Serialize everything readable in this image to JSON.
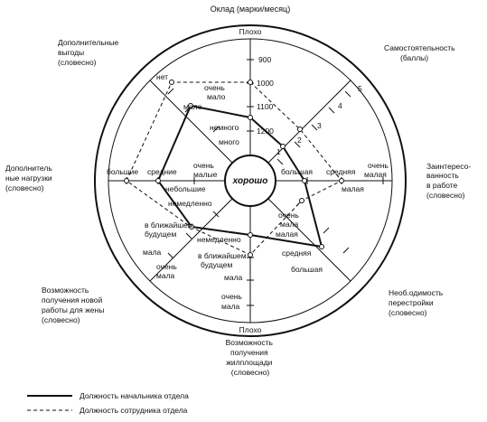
{
  "axes": {
    "salary": "Оклад (марки/месяц)",
    "independence": [
      "Самостоятельность",
      "(баллы)"
    ],
    "interest": [
      "Заинтересо-",
      "ванность",
      "в работе",
      "(словесно)"
    ],
    "restructuring": [
      "Необ.одимость",
      "перестройки",
      "(словесно)"
    ],
    "housing": [
      "Возможность",
      "получения",
      "жилплощади",
      "(словесно)"
    ],
    "wife_job": [
      "Возможность",
      "получения новой",
      "работы для жены",
      "(словесно)"
    ],
    "extra_load": [
      "Дополнитель",
      "ные нагрузки",
      "(словесно)"
    ],
    "extra_benefits": [
      "Дополнительные",
      "выгоды",
      "(словесно)"
    ]
  },
  "ring": {
    "bad_top": "Плохо",
    "bad_bottom": "Плохо",
    "good": "хорошо"
  },
  "salary_ticks": [
    "900",
    "1000",
    "1100",
    "1200"
  ],
  "independence_ticks": [
    "1",
    "2",
    "3",
    "4",
    "5"
  ],
  "labels": {
    "net": "нет",
    "ochen_malo_1": "очень",
    "ochen_malo_2": "мало",
    "malo": "мало",
    "nemnogo": "немного",
    "mnogo": "много",
    "bolshie": "большие",
    "srednie": "средние",
    "ochen_malye_1": "очень",
    "ochen_malye_2": "малые",
    "nebolshie": "небольшие",
    "nemedlenno_1": "немедленно",
    "blizh_1a": "в ближайшем",
    "blizh_1b": "будущем",
    "mala_1": "мала",
    "ochen_mala_1a": "очень",
    "ochen_mala_1b": "мала",
    "nemedlenno_2": "немедленно",
    "blizh_2a": "в ближайшем",
    "blizh_2b": "будущем",
    "mala_2": "мала",
    "ochen_mala_2a": "очень",
    "ochen_mala_2b": "мала",
    "ochen_mala_3a": "очень",
    "ochen_mala_3b": "мала",
    "malaya_restr": "малая",
    "srednyaya_restr": "средняя",
    "bolshaya_restr": "большая",
    "bolshaya_int": "большая",
    "srednyaya_int": "средняя",
    "ochen_malaya_int_1": "очень",
    "ochen_malaya_int_2": "малая",
    "malaya_int": "малая"
  },
  "legend": {
    "head": "Должность начальника отдела",
    "employee": "Должность сотрудника отдела"
  },
  "colors": {
    "ink": "#111111",
    "background": "#ffffff"
  }
}
